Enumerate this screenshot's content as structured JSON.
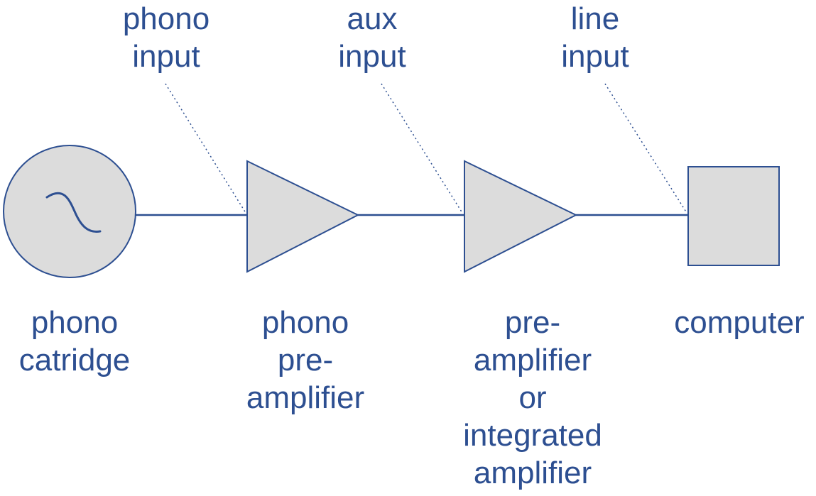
{
  "colors": {
    "stroke": "#2d4f91",
    "fill": "#dcdcdc",
    "text": "#2d4f91",
    "background": "#ffffff"
  },
  "input_labels": [
    {
      "id": "phono-input",
      "lines": [
        "phono",
        "input"
      ]
    },
    {
      "id": "aux-input",
      "lines": [
        "aux",
        "input"
      ]
    },
    {
      "id": "line-input",
      "lines": [
        "line",
        "input"
      ]
    }
  ],
  "components": [
    {
      "id": "phono-cartridge",
      "shape": "circle-with-wave",
      "lines": [
        "phono",
        "catridge"
      ]
    },
    {
      "id": "phono-preamplifier",
      "shape": "triangle",
      "lines": [
        "phono",
        "pre-",
        "amplifier"
      ]
    },
    {
      "id": "preamplifier-or-integrated-amplifier",
      "shape": "triangle",
      "lines": [
        "pre-",
        "amplifier",
        "or",
        "integrated",
        "amplifier"
      ]
    },
    {
      "id": "computer",
      "shape": "square",
      "lines": [
        "computer"
      ]
    }
  ]
}
